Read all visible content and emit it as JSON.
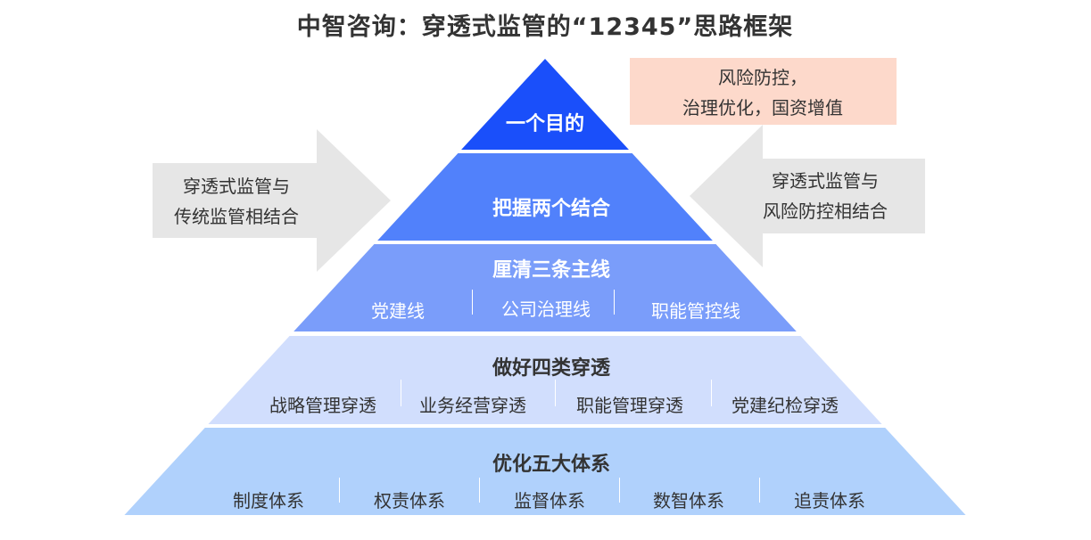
{
  "title": "中智咨询：穿透式监管的“12345”思路框架",
  "goal_box": {
    "line1": "风险防控，",
    "line2": "治理优化，国资增值"
  },
  "left_arrow": {
    "line1": "穿透式监管与",
    "line2": "传统监管相结合"
  },
  "right_arrow": {
    "line1": "穿透式监管与",
    "line2": "风险防控相结合"
  },
  "levels": [
    {
      "heading": "一个目的",
      "items": [],
      "color": "#1a4ffa"
    },
    {
      "heading": "把握两个结合",
      "items": [],
      "color": "#5181fb"
    },
    {
      "heading": "厘清三条主线",
      "items": [
        "党建线",
        "公司治理线",
        "职能管控线"
      ],
      "color": "#7a9dfa"
    },
    {
      "heading": "做好四类穿透",
      "items": [
        "战略管理穿透",
        "业务经营穿透",
        "职能管理穿透",
        "党建纪检穿透"
      ],
      "color": "#d1defd"
    },
    {
      "heading": "优化五大体系",
      "items": [
        "制度体系",
        "权责体系",
        "监督体系",
        "数智体系",
        "追责体系"
      ],
      "color": "#b0d1fc"
    }
  ],
  "colors": {
    "arrow": "#e6e6e6",
    "goal_box": "#fdd9cb",
    "text": "#333333"
  }
}
